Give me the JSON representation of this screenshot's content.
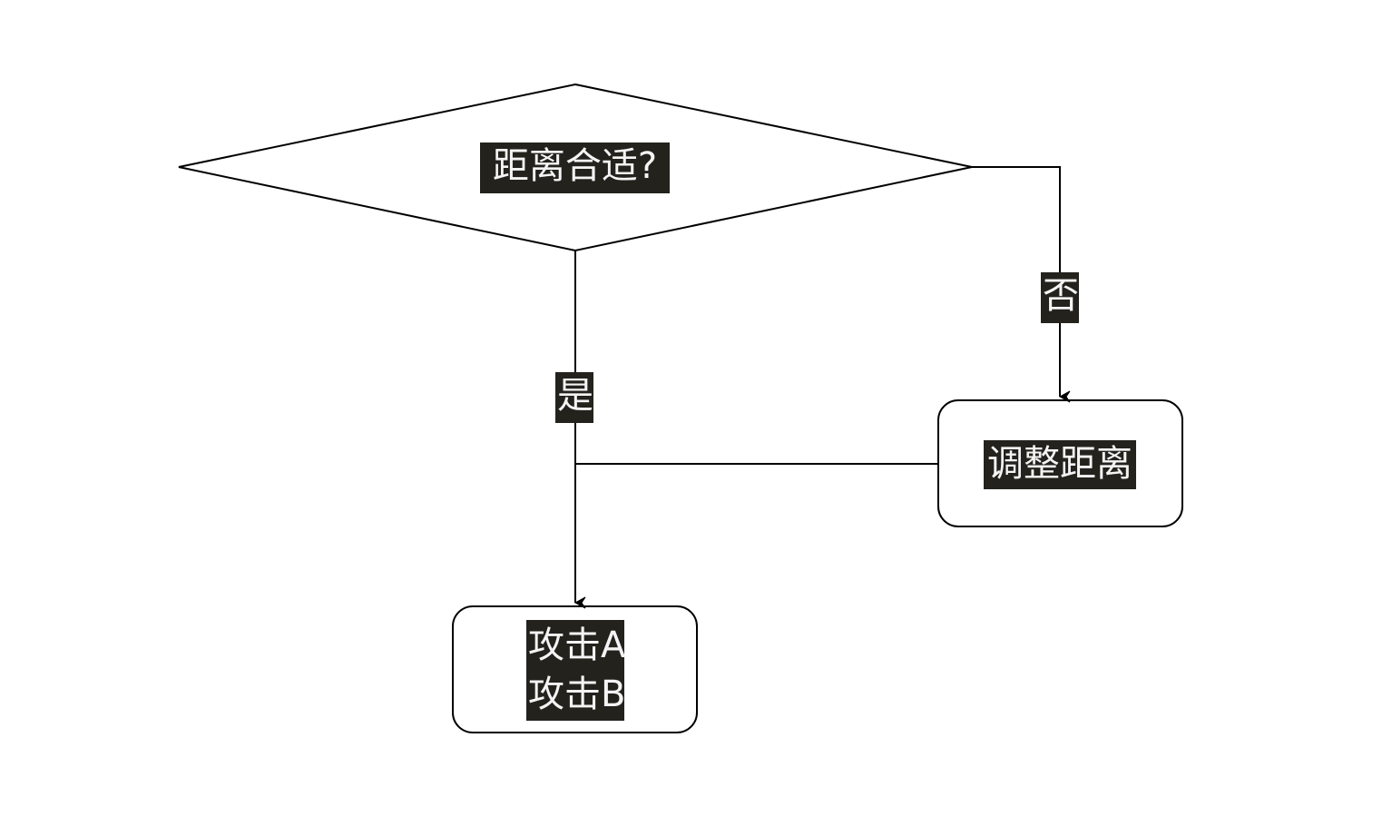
{
  "nodes": {
    "decision": {
      "text": "距离合适?"
    },
    "adjust": {
      "text": "调整距离"
    },
    "attack": {
      "lines": [
        "攻击A",
        "攻击B"
      ]
    }
  },
  "edges": {
    "yes": {
      "label": "是"
    },
    "no": {
      "label": "否"
    }
  },
  "colors": {
    "line": "#000000",
    "label_bg": "#23221d",
    "label_text": "#f4f4f4",
    "background": "#ffffff"
  }
}
